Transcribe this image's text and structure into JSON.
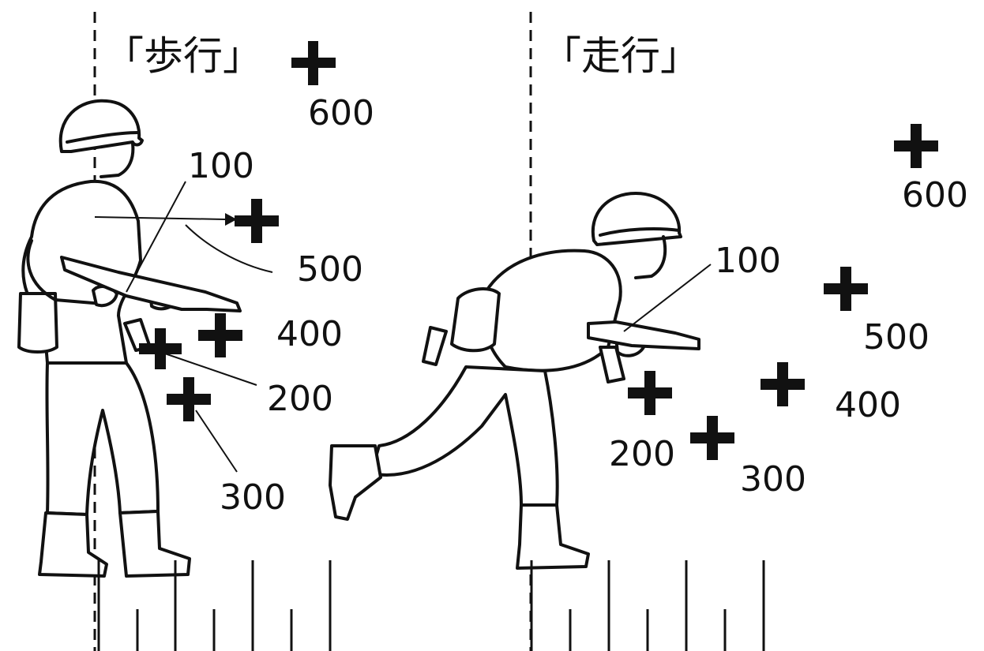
{
  "panels": [
    {
      "title": "「歩行」",
      "markers": [
        {
          "label": "100"
        },
        {
          "label": "200"
        },
        {
          "label": "300"
        },
        {
          "label": "400"
        },
        {
          "label": "500"
        },
        {
          "label": "600"
        }
      ]
    },
    {
      "title": "「走行」",
      "markers": [
        {
          "label": "100"
        },
        {
          "label": "200"
        },
        {
          "label": "300"
        },
        {
          "label": "400"
        },
        {
          "label": "500"
        },
        {
          "label": "600"
        }
      ]
    }
  ]
}
